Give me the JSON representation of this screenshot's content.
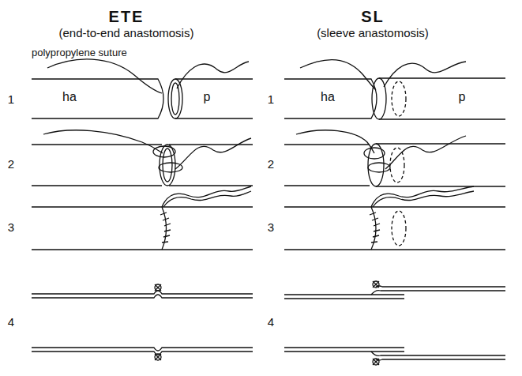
{
  "diagram": {
    "labels": [
      "ETE",
      "(end-to-end anastomosis)",
      "SL",
      "(sleeve anastomosis)",
      "polypropylene suture",
      "1",
      "ha",
      "p",
      "2",
      "3",
      "4",
      "1",
      "ha",
      "p",
      "2",
      "3",
      "4"
    ]
  }
}
